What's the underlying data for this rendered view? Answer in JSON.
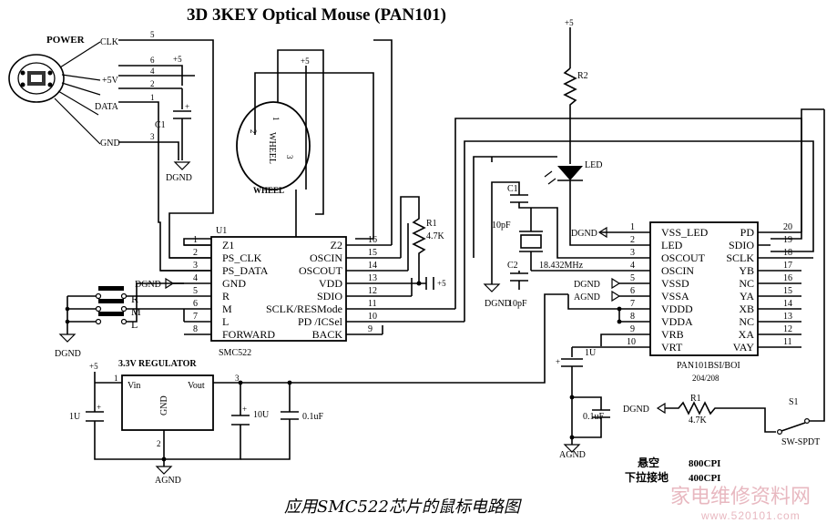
{
  "title": "3D 3KEY Optical Mouse (PAN101)",
  "caption": "应用SMC522芯片的鼠标电路图",
  "watermark": {
    "main": "家电维修资料网",
    "url": "www.520101.com"
  },
  "connector": {
    "name": "POWER",
    "signals": [
      "CLK",
      "+5V",
      "DATA",
      "GND"
    ],
    "pins": [
      "5",
      "6",
      "4",
      "2",
      "1",
      "3"
    ]
  },
  "wheel": {
    "name": "WHEEL",
    "inner": "WHEEL",
    "pins": [
      "1",
      "2",
      "3"
    ]
  },
  "u1": {
    "ref": "U1",
    "part": "SMC522",
    "left_pins": [
      {
        "num": "1",
        "name": "Z1"
      },
      {
        "num": "2",
        "name": "PS_CLK"
      },
      {
        "num": "3",
        "name": "PS_DATA"
      },
      {
        "num": "4",
        "name": "GND"
      },
      {
        "num": "5",
        "name": "R"
      },
      {
        "num": "6",
        "name": "M"
      },
      {
        "num": "7",
        "name": "L"
      },
      {
        "num": "8",
        "name": "FORWARD"
      }
    ],
    "right_pins": [
      {
        "num": "16",
        "name": "Z2"
      },
      {
        "num": "15",
        "name": "OSCIN"
      },
      {
        "num": "14",
        "name": "OSCOUT"
      },
      {
        "num": "13",
        "name": "VDD"
      },
      {
        "num": "12",
        "name": "SDIO"
      },
      {
        "num": "11",
        "name": "SCLK/RESMode"
      },
      {
        "num": "10",
        "name": "PD /ICSel"
      },
      {
        "num": "9",
        "name": "BACK"
      }
    ]
  },
  "u2": {
    "part": "PAN101BSI/BOI",
    "sub": "204/208",
    "left_pins": [
      {
        "num": "1",
        "name": "VSS_LED"
      },
      {
        "num": "2",
        "name": "LED"
      },
      {
        "num": "3",
        "name": "OSCOUT"
      },
      {
        "num": "4",
        "name": "OSCIN"
      },
      {
        "num": "5",
        "name": "VSSD"
      },
      {
        "num": "6",
        "name": "VSSA"
      },
      {
        "num": "7",
        "name": "VDDD"
      },
      {
        "num": "8",
        "name": "VDDA"
      },
      {
        "num": "9",
        "name": "VRB"
      },
      {
        "num": "10",
        "name": "VRT"
      }
    ],
    "right_pins": [
      {
        "num": "20",
        "name": "PD"
      },
      {
        "num": "19",
        "name": "SDIO"
      },
      {
        "num": "18",
        "name": "SCLK"
      },
      {
        "num": "17",
        "name": "YB"
      },
      {
        "num": "16",
        "name": "NC"
      },
      {
        "num": "15",
        "name": "YA"
      },
      {
        "num": "14",
        "name": "XB"
      },
      {
        "num": "13",
        "name": "NC"
      },
      {
        "num": "12",
        "name": "XA"
      },
      {
        "num": "11",
        "name": "VAY"
      }
    ]
  },
  "regulator": {
    "title": "3.3V REGULATOR",
    "vin": "Vin",
    "vout": "Vout",
    "gnd": "GND",
    "pin1": "1",
    "pin2": "2",
    "pin3": "3"
  },
  "parts": {
    "c1_left": "C1",
    "r1_top": "R1",
    "r1_top_val": "4.7K",
    "c1_osc": "C1",
    "c1_osc_val": "10pF",
    "c2_osc": "C2",
    "c2_osc_val": "10pF",
    "xtal": "18.432MHz",
    "r2": "R2",
    "led": "LED",
    "cap_1u_reg_in": "1U",
    "cap_10u": "10U",
    "cap_01_reg": "0.1uF",
    "cap_1u_vrt": "1U",
    "cap_01_vrt": "0.1uF",
    "r1_bot": "R1",
    "r1_bot_val": "4.7K",
    "switch": "S1",
    "switch_type": "SW-SPDT"
  },
  "buttons": {
    "r": "R",
    "m": "M",
    "l": "L"
  },
  "nets": {
    "dgnd": "DGND",
    "agnd": "AGND",
    "p5": "+5",
    "dgnd_short": "DGND"
  },
  "cpi": [
    {
      "label": "悬空",
      "value": "800CPI"
    },
    {
      "label": "下拉接地",
      "value": "400CPI"
    }
  ]
}
